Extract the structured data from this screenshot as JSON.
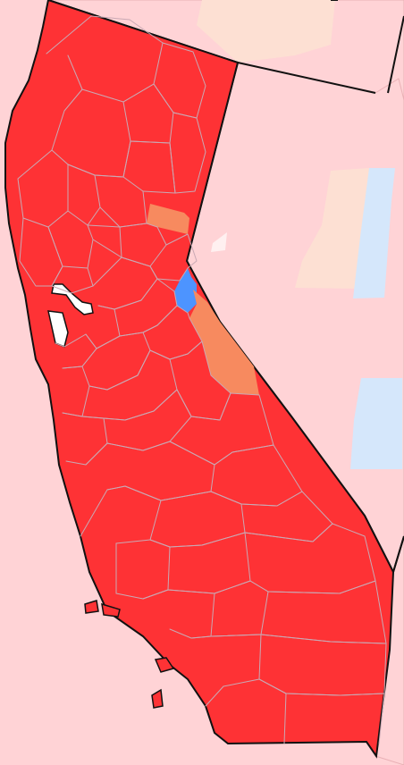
{
  "colors": {
    "background_state": "#ffd3d6",
    "background_state_lines": "#e9b0b5",
    "state_borders": "#111111",
    "california_fill": "#fe3235",
    "california_outline": "#111111",
    "county_lines": "#c9a9b4",
    "peach_region": "#f78a5f",
    "blue_county": "#4d94ff",
    "light_blue_patch": "#d5e7fb",
    "light_peach_patch": "#fde0d3",
    "bay_water": "#ffffff"
  },
  "regions": [
    {
      "name": "california",
      "shading": "red"
    },
    {
      "name": "northern-peach-county",
      "shading": "orange"
    },
    {
      "name": "alpine-area-county",
      "shading": "blue"
    },
    {
      "name": "eastern-peach-corridor",
      "shading": "orange"
    },
    {
      "name": "nevada-region",
      "shading": "light-red"
    },
    {
      "name": "oregon-region",
      "shading": "light-red"
    },
    {
      "name": "arizona-region",
      "shading": "light-red"
    }
  ]
}
